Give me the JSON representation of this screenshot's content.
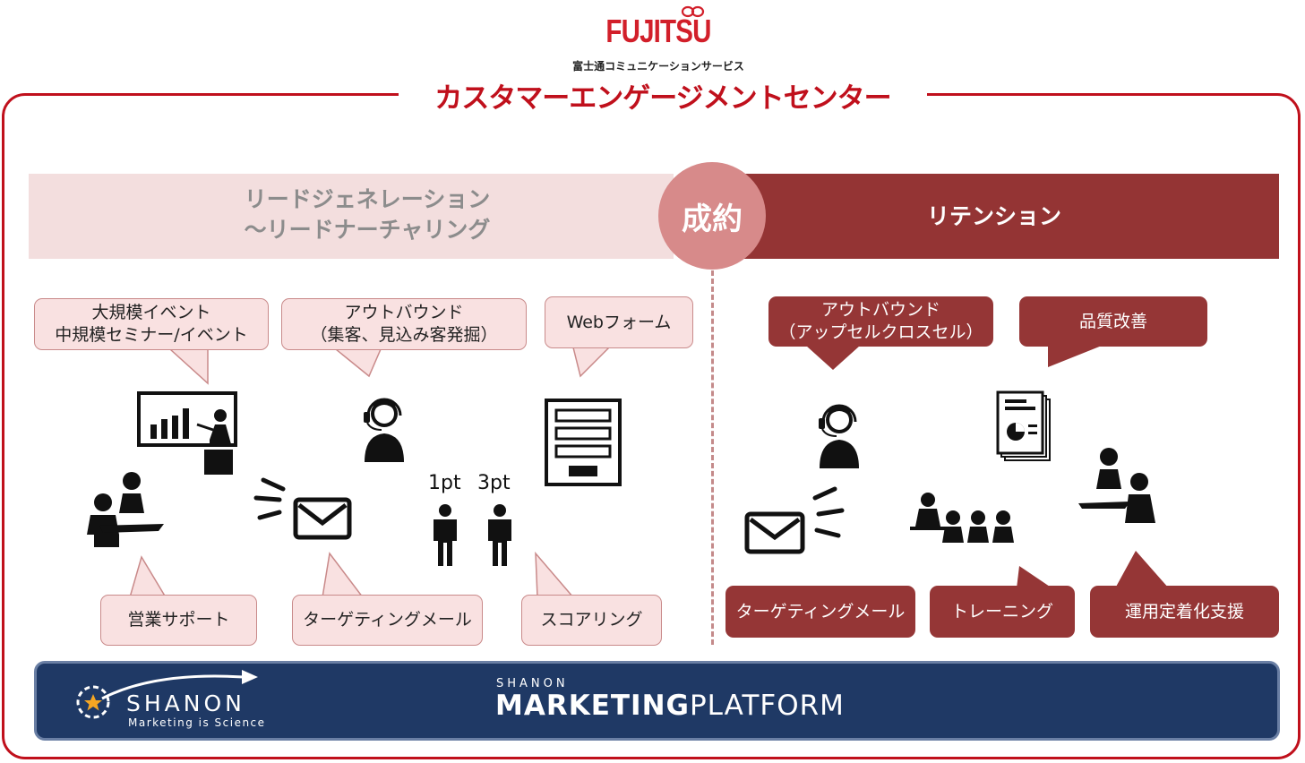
{
  "header": {
    "logo": "FUJITSU",
    "company": "富士通コミュニケーションサービス",
    "title": "カスタマーエンゲージメントセンター"
  },
  "bands": {
    "left_line1": "リードジェネレーション",
    "left_line2": "〜リードナーチャリング",
    "center": "成約",
    "right": "リテンション"
  },
  "left": {
    "bubble_events_line1": "大規模イベント",
    "bubble_events_line2": "中規模セミナー/イベント",
    "bubble_outbound_line1": "アウトバウンド",
    "bubble_outbound_line2": "（集客、見込み客発掘）",
    "bubble_webform": "Webフォーム",
    "score_1": "1pt",
    "score_2": "3pt",
    "bubble_sales_support": "営業サポート",
    "bubble_targeting_mail": "ターゲティングメール",
    "bubble_scoring": "スコアリング"
  },
  "right": {
    "bubble_outbound_line1": "アウトバウンド",
    "bubble_outbound_line2": "（アップセルクロスセル）",
    "bubble_quality": "品質改善",
    "bubble_targeting_mail": "ターゲティングメール",
    "bubble_training": "トレーニング",
    "bubble_operation": "運用定着化支援"
  },
  "platform": {
    "brand": "SHANON",
    "tagline": "Marketing is Science",
    "product_small": "SHANON",
    "product_bold": "MARKETING",
    "product_light": "PLATFORM"
  },
  "colors": {
    "brand_red": "#c0101c",
    "retention_red": "#953636",
    "pink_band": "#f3dede",
    "pink_bubble": "#f9e1e1",
    "circle": "#d78a8a",
    "platform_navy": "#1f3965"
  }
}
